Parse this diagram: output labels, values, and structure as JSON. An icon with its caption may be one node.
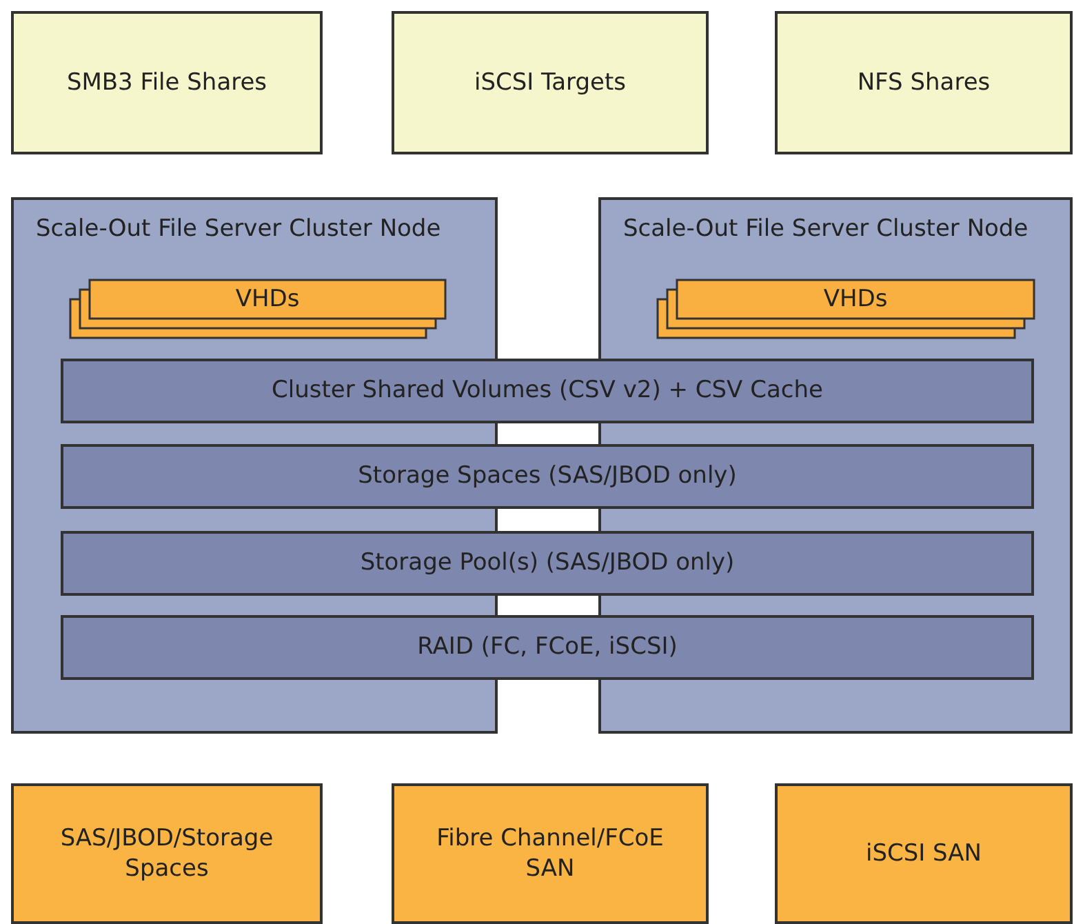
{
  "diagram": {
    "nodes": [
      {
        "text": [
          "SMB3 File Shares"
        ]
      },
      {
        "text": [
          "iSCSI Targets"
        ]
      },
      {
        "text": [
          "NFS Shares"
        ]
      },
      {
        "text": [
          "Scale-Out File Server Cluster Node"
        ]
      },
      {
        "text": [
          "VHDs"
        ],
        "in": 3
      },
      {
        "text": [
          "Scale-Out File Server Cluster Node"
        ]
      },
      {
        "text": [
          "VHDs"
        ],
        "in": 5
      },
      {
        "text": [
          "Cluster Shared Volumes (CSV v2) + CSV Cache"
        ]
      },
      {
        "text": [
          "Storage Spaces (SAS/JBOD only)"
        ]
      },
      {
        "text": [
          "Storage Pool(s) (SAS/JBOD only)"
        ]
      },
      {
        "text": [
          "RAID (FC, FCoE, iSCSI)"
        ]
      },
      {
        "text": [
          "SAS/JBOD/Storage Spaces"
        ]
      },
      {
        "text": [
          "Fibre Channel/FCoE SAN"
        ]
      },
      {
        "text": [
          "iSCSI SAN"
        ]
      }
    ]
  }
}
